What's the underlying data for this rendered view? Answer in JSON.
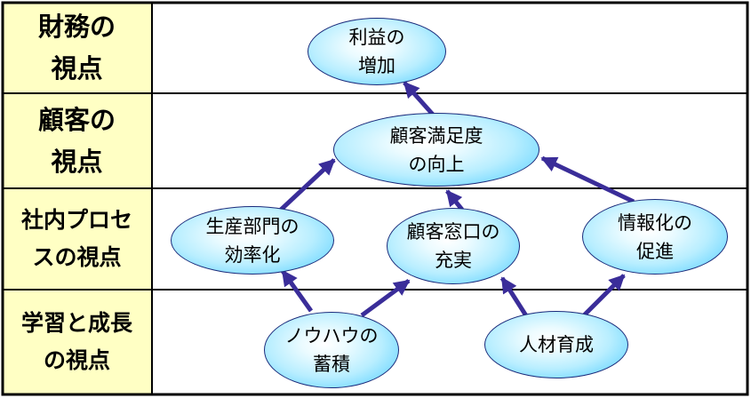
{
  "rows": [
    {
      "label": "財務の\n視点"
    },
    {
      "label": "顧客の\n視点"
    },
    {
      "label": "社内プロセ\nスの視点"
    },
    {
      "label": "学習と成長\nの視点"
    }
  ],
  "nodes": {
    "profit": "利益の\n増加",
    "satisfaction": "顧客満足度\nの向上",
    "production": "生産部門の\n効率化",
    "window": "顧客窓口の\n充実",
    "information": "情報化の\n促進",
    "knowhow": "ノウハウの\n蓄積",
    "hr": "人材育成"
  },
  "colors": {
    "label_column": "#ffffc4",
    "grid_line": "#000000",
    "arrow": "#3a2d99",
    "node_fill": "#6fd7ff",
    "node_border": "#1a2a7a"
  }
}
